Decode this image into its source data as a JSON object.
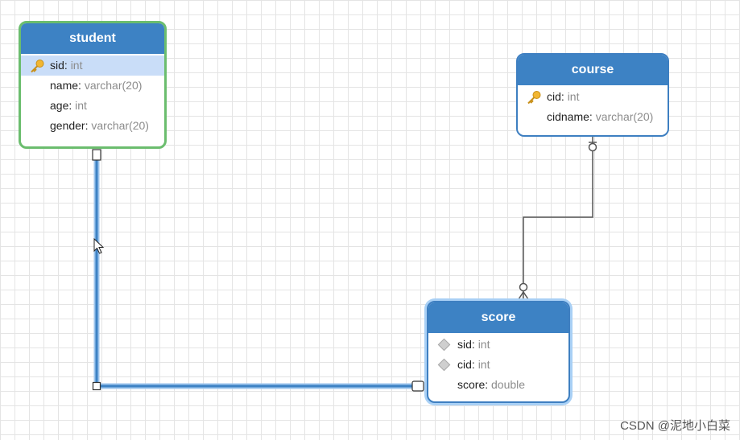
{
  "entities": {
    "student": {
      "title": "student",
      "rows": [
        {
          "name": "sid",
          "type": "int",
          "key": "primary"
        },
        {
          "name": "name",
          "type": "varchar(20)"
        },
        {
          "name": "age",
          "type": "int"
        },
        {
          "name": "gender",
          "type": "varchar(20)"
        }
      ]
    },
    "course": {
      "title": "course",
      "rows": [
        {
          "name": "cid",
          "type": "int",
          "key": "primary"
        },
        {
          "name": "cidname",
          "type": "varchar(20)"
        }
      ]
    },
    "score": {
      "title": "score",
      "rows": [
        {
          "name": "sid",
          "type": "int",
          "key": "foreign"
        },
        {
          "name": "cid",
          "type": "int",
          "key": "foreign"
        },
        {
          "name": "score",
          "type": "double"
        }
      ]
    }
  },
  "watermark": "CSDN @泥地小白菜",
  "colors": {
    "header": "#3d82c4",
    "selected_border": "#6bbd6e",
    "link": "#3d82c4",
    "key_icon": "#f2b632"
  },
  "icons": {
    "primary_key": "key-icon",
    "foreign_key": "diamond-icon"
  }
}
